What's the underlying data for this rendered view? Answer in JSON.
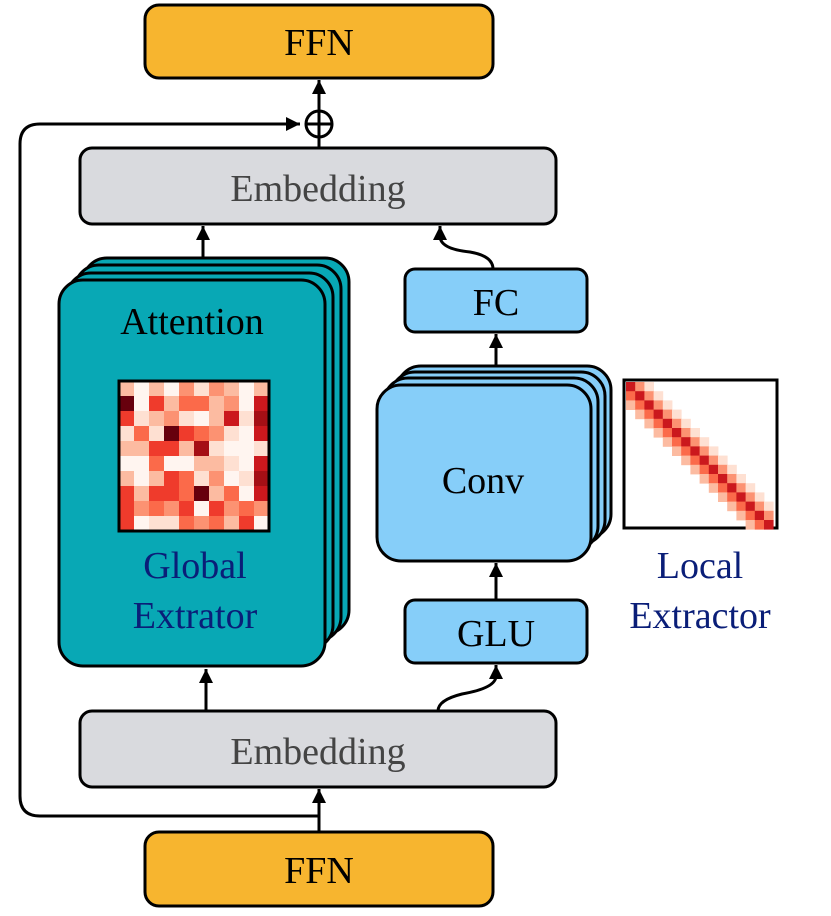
{
  "blocks": {
    "ffn_top": "FFN",
    "ffn_bottom": "FFN",
    "embedding_top": "Embedding",
    "embedding_bottom": "Embedding",
    "attention": "Attention",
    "global_line1": "Global",
    "global_line2": "Extrator",
    "fc": "FC",
    "conv": "Conv",
    "glu": "GLU",
    "local_line1": "Local",
    "local_line2": "Extractor"
  },
  "colors": {
    "ffn": "#F7B52F",
    "embedding": "#D9DADE",
    "attention_block": "#08A8B5",
    "local_blocks": "#86CEF9",
    "caption_text": "#0A1E78",
    "embedding_text": "#444444"
  },
  "icons": {
    "sum": "circle-plus-icon",
    "arrows": "arrowhead-icon",
    "attention_map": "heatmap-grid-icon",
    "local_map": "banded-diagonal-heatmap-icon"
  }
}
